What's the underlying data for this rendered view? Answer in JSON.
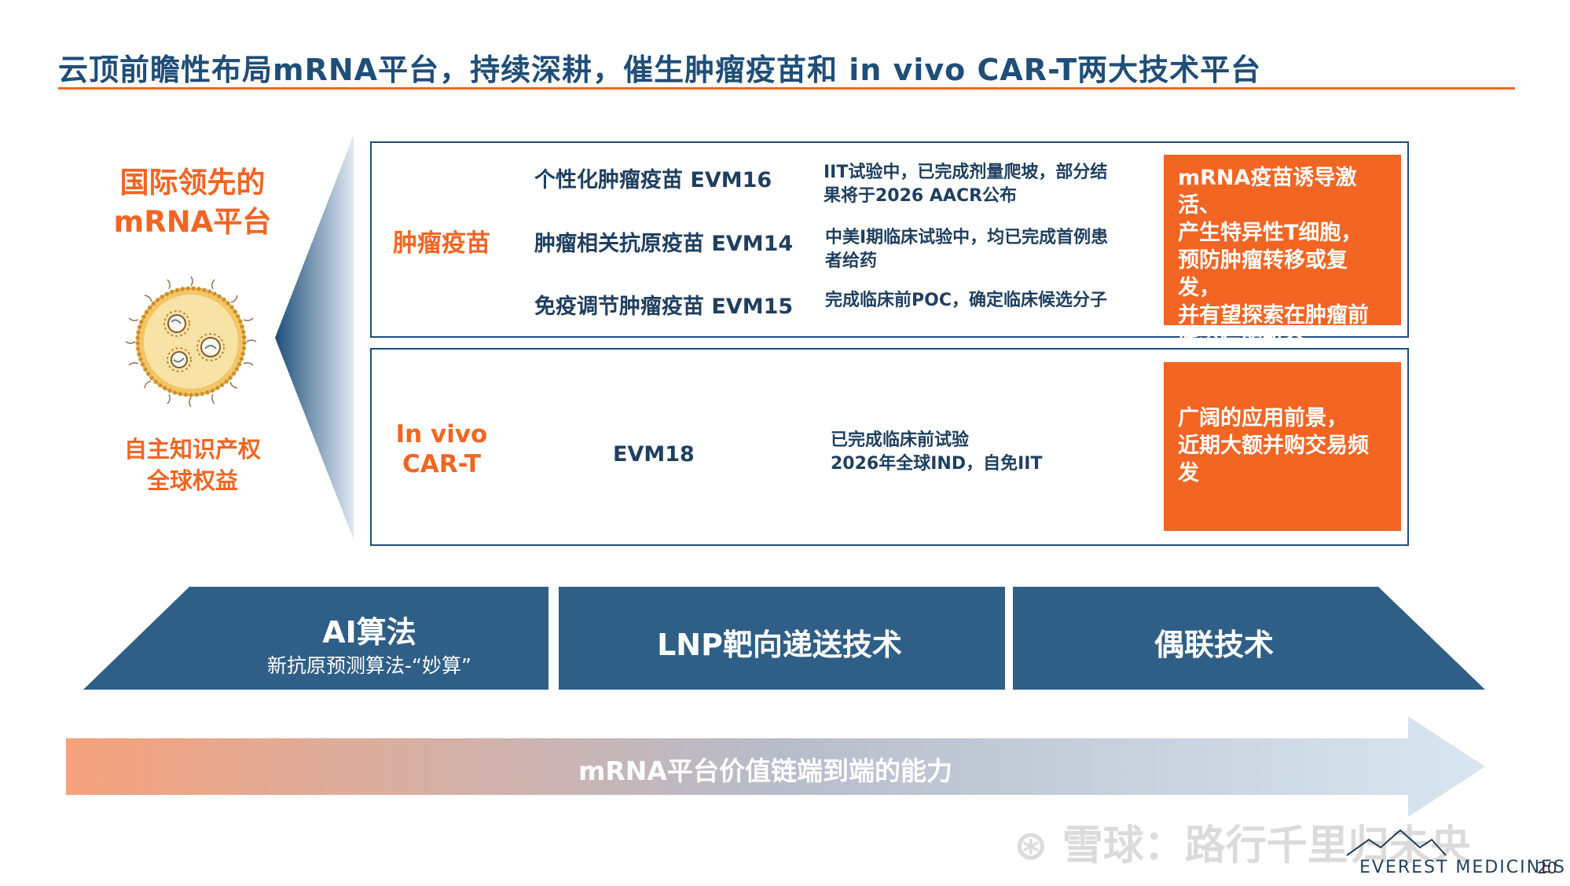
{
  "title": "云顶前瞻性布局mRNA平台，持续深耕，催生肿瘤疫苗和 in vivo CAR-T两大技术平台",
  "left": {
    "heading_line1": "国际领先的",
    "heading_line2": "mRNA平台",
    "sub_line1": "自主知识产权",
    "sub_line2": "全球权益"
  },
  "tumor_vaccine": {
    "category": "肿瘤疫苗",
    "items": [
      {
        "product": "个性化肿瘤疫苗 EVM16",
        "status_line1": "IIT试验中，已完成剂量爬坡，部分结",
        "status_line2": "果将于2026 AACR公布"
      },
      {
        "product": "肿瘤相关抗原疫苗 EVM14",
        "status_line1": "中美I期临床试验中，均已完成首例患",
        "status_line2": "者给药"
      },
      {
        "product": "免疫调节肿瘤疫苗 EVM15",
        "status_line1": "完成临床前POC，确定临床候选分子",
        "status_line2": ""
      }
    ],
    "highlight_lines": [
      "mRNA疫苗诱导激活、",
      "产生特异性T细胞，",
      "预防肿瘤转移或复发，",
      "并有望探索在肿瘤前",
      "线治疗的机会"
    ]
  },
  "car_t": {
    "category_line1": "In vivo",
    "category_line2": "CAR-T",
    "product": "EVM18",
    "status_line1": "已完成临床前试验",
    "status_line2": "2026年全球IND，自免IIT",
    "highlight_lines": [
      "广阔的应用前景，",
      "近期大额并购交易频",
      "发"
    ]
  },
  "tech": {
    "ai_label": "AI算法",
    "ai_sub": "新抗原预测算法-“妙算”",
    "lnp_label": "LNP靶向递送技术",
    "conj_label": "偶联技术"
  },
  "arrow_label": "mRNA平台价值链端到端的能力",
  "watermark": "雪球：路行千里归未央",
  "logo": "EVEREST MEDICINES",
  "page_number": "20",
  "colors": {
    "brand_blue": "#1f4e79",
    "accent_orange": "#f26522",
    "tech_blue": "#2f5f87",
    "arrow_start": "#f6a27c",
    "arrow_end": "#d8e6f0"
  }
}
